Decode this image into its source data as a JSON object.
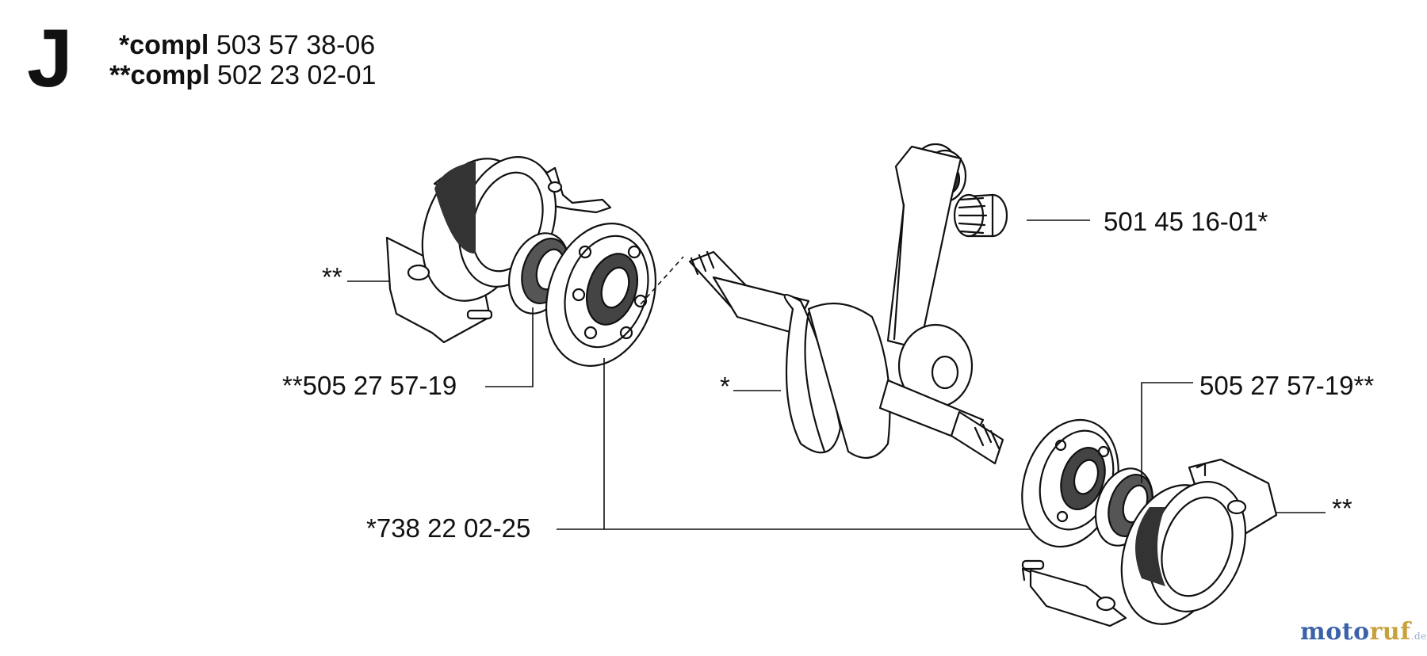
{
  "section": "J",
  "kits": [
    {
      "prefix": "*compl",
      "number": "503 57 38-06"
    },
    {
      "prefix": "**compl",
      "number": "502 23 02-01"
    }
  ],
  "callouts": {
    "needle_bearing": "501 45 16-01*",
    "left_housing": "**",
    "left_seal": "**505 27 57-19",
    "crankshaft": "*",
    "right_seal": "505 27 57-19**",
    "right_housing": "**",
    "ball_bearing": "*738 22 02-25"
  },
  "watermark": {
    "part1": "moto",
    "part2": "ruf",
    "suffix": ".de"
  }
}
